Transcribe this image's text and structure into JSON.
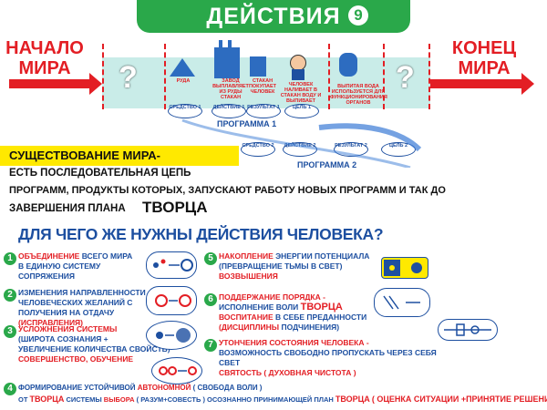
{
  "header": {
    "title": "ДЕЙСТВИЯ",
    "number": "9"
  },
  "top": {
    "start": "НАЧАЛО МИРА",
    "end": "КОНЕЦ МИРА",
    "question": "?",
    "captions": {
      "ore": "РУДА",
      "factory": "ЗАВОД ВЫПЛАВЛЯЕТ ИЗ РУДЫ СТАКАН",
      "buy": "СТАКАН ПОКУПАЕТ ЧЕЛОВЕК",
      "pour": "ЧЕЛОВЕК НАЛИВАЕТ В СТАКАН ВОДУ И ВЫПИВАЕТ",
      "drink": "ВЫПИТАЯ ВОДА ИСПОЛЬЗУЕТСЯ ДЛЯ ФУНКЦИОНИРОВАНИЯ ОРГАНОВ"
    },
    "p1": [
      "СРЕДСТВО 1",
      "ДЕЙСТВИЕ 1",
      "РЕЗУЛЬТАТ 1",
      "ЦЕЛЬ 1"
    ],
    "program1": "ПРОГРАММА 1",
    "p2": [
      "СРЕДСТВО 2",
      "ДЕЙСТВИЕ 2",
      "РЕЗУЛЬТАТ 2",
      "ЦЕЛЬ 2"
    ],
    "program2": "ПРОГРАММА 2"
  },
  "statement": {
    "line1": "СУЩЕСТВОВАНИЕ МИРА-",
    "line2": "ЕСТЬ ПОСЛЕДОВАТЕЛЬНАЯ ЦЕПЬ",
    "line3": "ПРОГРАММ, ПРОДУКТЫ КОТОРЫХ, ЗАПУСКАЮТ РАБОТУ НОВЫХ ПРОГРАММ И ТАК ДО",
    "line4": "ЗАВЕРШЕНИЯ ПЛАНА",
    "creator": "ТВОРЦА"
  },
  "question": "ДЛЯ ЧЕГО ЖЕ НУЖНЫ ДЕЙСТВИЯ ЧЕЛОВЕКА?",
  "items": {
    "i1": {
      "n": "1",
      "a": "ОБЪЕДИНЕНИЕ",
      "b": " ВСЕГО МИРА",
      "c": "В ЕДИНУЮ СИСТЕМУ",
      "d": "СОПРЯЖЕНИЯ"
    },
    "i2": {
      "n": "2",
      "a": "ИЗМЕНЕНИЯ НАПРАВЛЕННОСТИ",
      "b": "ЧЕЛОВЕЧЕСКИХ ЖЕЛАНИЙ С",
      "c": "ПОЛУЧЕНИЯ НА ОТДАЧУ",
      "d": "(ИСПРАВЛЕНИЯ)"
    },
    "i3": {
      "n": "3",
      "a": "УСЛОЖНЕНИЯ СИСТЕМЫ",
      "b": "(ШИРОТА СОЗНАНИЯ +",
      "c": "УВЕЛИЧЕНИЕ КОЛИЧЕСТВА СВОЙСТВ)",
      "d": "СОВЕРШЕНСТВО, ОБУЧЕНИЕ"
    },
    "i4": {
      "n": "4",
      "a": "ФОРМИРОВАНИЕ УСТОЙЧИВОЙ",
      "b": "АВТОНОМНОЙ",
      "c": "( СВОБОДА ВОЛИ )",
      "d": "ОТ",
      "e": "ТВОРЦА",
      "f": "СИСТЕМЫ",
      "g": "ВЫБОРА",
      "h": "( РАЗУМ+СОВЕСТЬ )",
      "i": "ОСОЗНАННО ПРИНИМАЮЩЕЙ ПЛАН",
      "j": "ТВОРЦА",
      "k": "( ОЦЕНКА СИТУАЦИИ +ПРИНЯТИЕ РЕШЕНИЯ )"
    },
    "i5": {
      "n": "5",
      "a": "НАКОПЛЕНИЕ",
      "b": " ЭНЕРГИИ ПОТЕНЦИАЛА",
      "c": "(ПРЕВРАЩЕНИЕ ТЬМЫ В  СВЕТ)",
      "d": "ВОЗВЫШЕНИЯ"
    },
    "i6": {
      "n": "6",
      "a": "ПОДДЕРЖАНИЕ ПОРЯДКА -",
      "b": "ИСПОЛНЕНИЕ ВОЛИ",
      "c": "ТВОРЦА",
      "d": "ВОСПИТАНИЕ",
      "e": " В СЕБЕ ПРЕДАННОСТИ",
      "f": "(ДИСЦИПЛИНЫ",
      "g": " ПОДЧИНЕНИЯ)"
    },
    "i7": {
      "n": "7",
      "a": "УТОНЧЕНИЯ СОСТОЯНИЯ ЧЕЛОВЕКА -",
      "b": "ВОЗМОЖНОСТЬ СВОБОДНО ПРОПУСКАТЬ ЧЕРЕЗ СЕБЯ СВЕТ",
      "c": "СВЯТОСТЬ ( ДУХОВНАЯ ЧИСТОТА )"
    }
  },
  "colors": {
    "green": "#2aa84a",
    "red": "#e31e24",
    "blue": "#1d4fa0",
    "yellow": "#ffe900"
  }
}
